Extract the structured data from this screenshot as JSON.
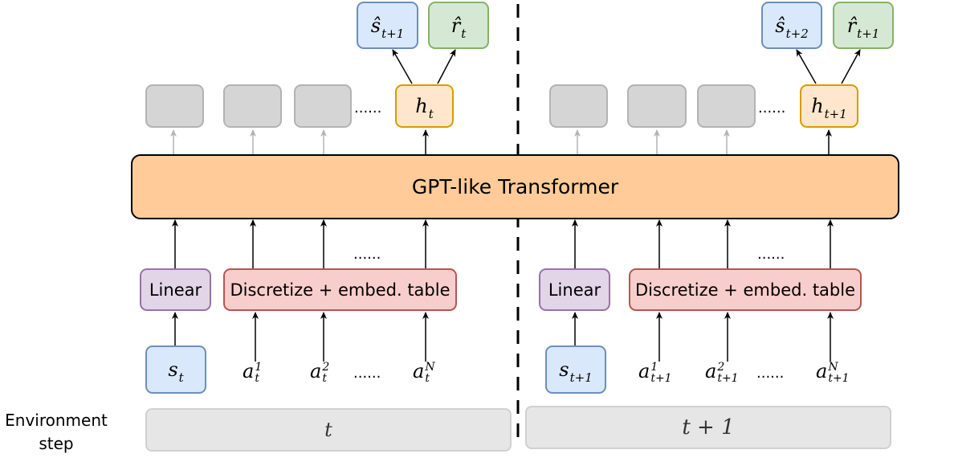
{
  "transformer_label": "GPT-like Transformer",
  "environment_label": "Environment\nstep",
  "ellipsis": "......",
  "left": {
    "step_label": "t",
    "linear_label": "Linear",
    "discretize_label": "Discretize + embed. table",
    "state_input": {
      "base": "s",
      "sub": "t"
    },
    "actions": [
      {
        "base": "a",
        "sup": "1",
        "sub": "t"
      },
      {
        "base": "a",
        "sup": "2",
        "sub": "t"
      },
      {
        "base": "a",
        "sup": "N",
        "sub": "t"
      }
    ],
    "hidden": {
      "base": "h",
      "sub": "t"
    },
    "pred_state": {
      "base": "ŝ",
      "sub": "t+1"
    },
    "pred_reward": {
      "base": "r̂",
      "sub": "t"
    }
  },
  "right": {
    "step_label": "t + 1",
    "linear_label": "Linear",
    "discretize_label": "Discretize + embed. table",
    "state_input": {
      "base": "s",
      "sub": "t+1"
    },
    "actions": [
      {
        "base": "a",
        "sup": "1",
        "sub": "t+1"
      },
      {
        "base": "a",
        "sup": "2",
        "sub": "t+1"
      },
      {
        "base": "a",
        "sup": "N",
        "sub": "t+1"
      }
    ],
    "hidden": {
      "base": "h",
      "sub": "t+1"
    },
    "pred_state": {
      "base": "ŝ",
      "sub": "t+2"
    },
    "pred_reward": {
      "base": "r̂",
      "sub": "t+1"
    }
  },
  "colors": {
    "transformer_fill": "#ffcc99",
    "state_fill": "#dae8fc",
    "reward_fill": "#d5e8d4",
    "hidden_fill": "#ffe6cc",
    "linear_fill": "#e1d5e7",
    "discretize_fill": "#f8cecc",
    "token_fill": "#d5d5d5",
    "env_fill": "#e6e6e6"
  }
}
